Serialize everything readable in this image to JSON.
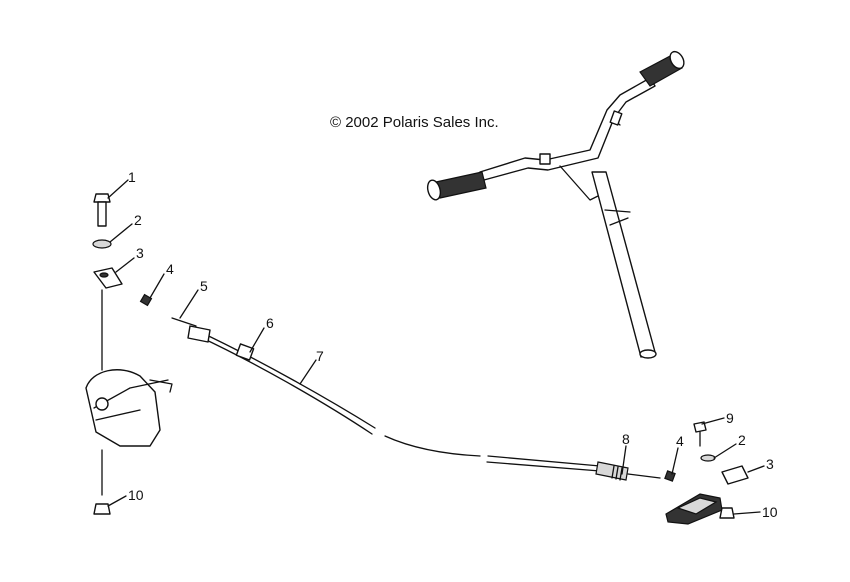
{
  "copyright": "© 2002 Polaris Sales Inc.",
  "callouts": [
    "1",
    "2",
    "3",
    "4",
    "5",
    "6",
    "7",
    "8",
    "4",
    "9",
    "2",
    "3",
    "10",
    "10"
  ]
}
